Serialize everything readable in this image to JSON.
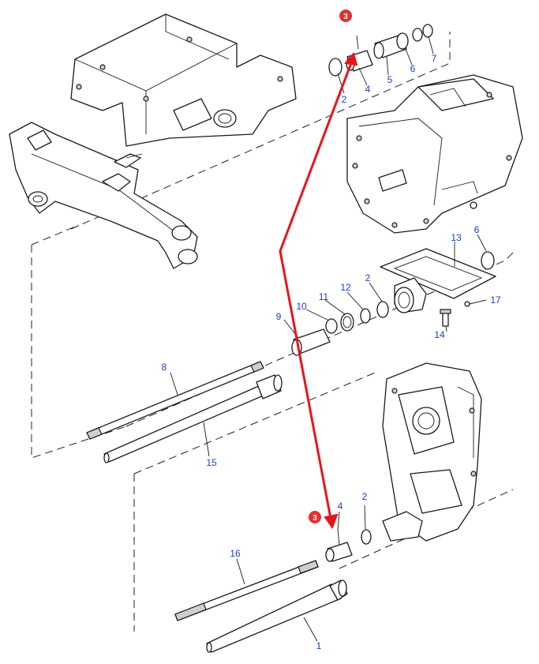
{
  "diagram": {
    "callouts": [
      {
        "id": "c1",
        "text": "1"
      },
      {
        "id": "c2a",
        "text": "2"
      },
      {
        "id": "c2b",
        "text": "2"
      },
      {
        "id": "c2c",
        "text": "2"
      },
      {
        "id": "c4a",
        "text": "4"
      },
      {
        "id": "c4b",
        "text": "4"
      },
      {
        "id": "c5",
        "text": "5"
      },
      {
        "id": "c6a",
        "text": "6"
      },
      {
        "id": "c6b",
        "text": "6"
      },
      {
        "id": "c7",
        "text": "7"
      },
      {
        "id": "c8",
        "text": "8"
      },
      {
        "id": "c9",
        "text": "9"
      },
      {
        "id": "c10",
        "text": "10"
      },
      {
        "id": "c11",
        "text": "11"
      },
      {
        "id": "c12",
        "text": "12"
      },
      {
        "id": "c13",
        "text": "13"
      },
      {
        "id": "c14",
        "text": "14"
      },
      {
        "id": "c15",
        "text": "15"
      },
      {
        "id": "c16",
        "text": "16"
      },
      {
        "id": "c17",
        "text": "17"
      }
    ],
    "badges": [
      {
        "id": "b3a",
        "text": "3"
      },
      {
        "id": "b3b",
        "text": "3"
      }
    ],
    "colors": {
      "callout_text": "#1a3ec8",
      "arrow": "#e8141b",
      "badge": "#e53030",
      "outline": "#1a1a1a"
    }
  }
}
